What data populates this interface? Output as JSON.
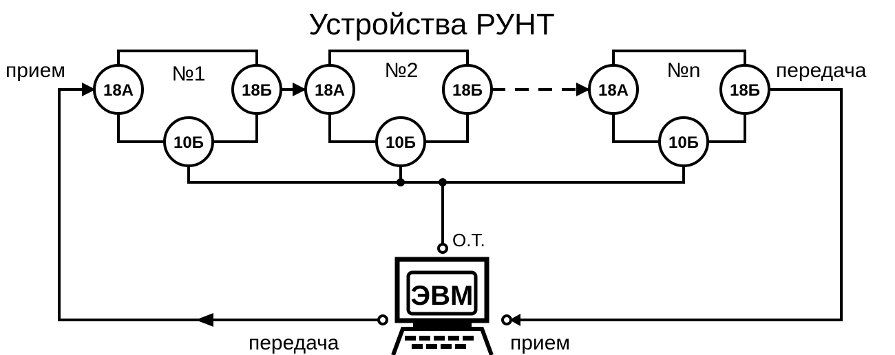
{
  "title": "Устройства РУНТ",
  "devices": [
    {
      "number": "№1",
      "in_port": "18А",
      "out_port": "18Б",
      "bottom_port": "10Б"
    },
    {
      "number": "№2",
      "in_port": "18А",
      "out_port": "18Б",
      "bottom_port": "10Б"
    },
    {
      "number": "№n",
      "in_port": "18А",
      "out_port": "18Б",
      "bottom_port": "10Б"
    }
  ],
  "labels": {
    "receive_top": "прием",
    "transmit_top": "передача",
    "transmit_bottom": "передача",
    "receive_bottom": "прием",
    "ot": "О.Т.",
    "computer": "ЭВМ"
  }
}
